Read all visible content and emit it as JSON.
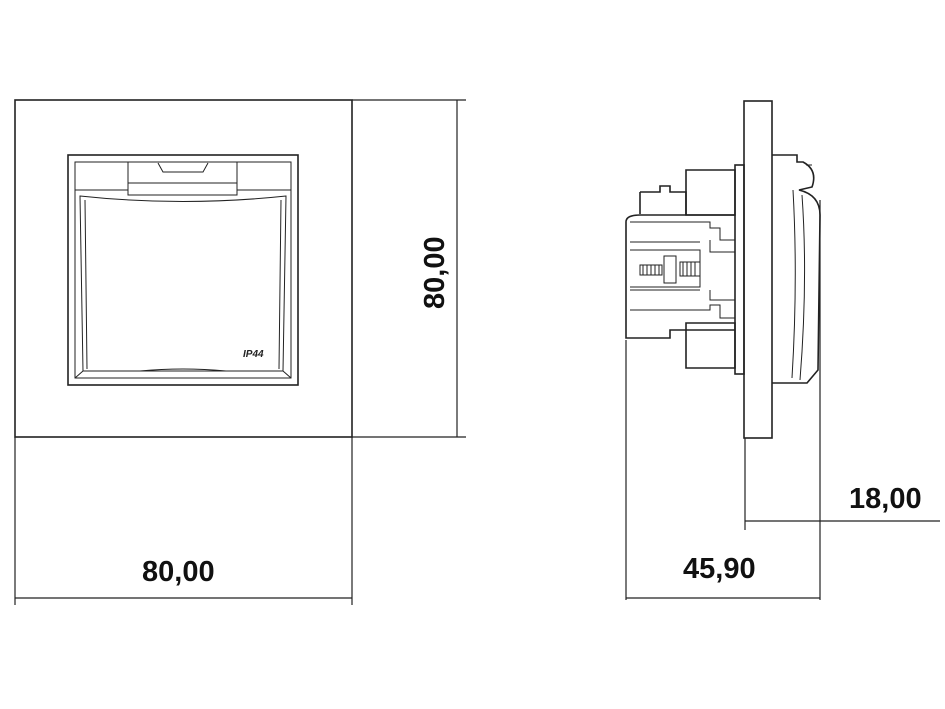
{
  "dimensions": {
    "front_width": "80,00",
    "front_height": "80,00",
    "side_depth": "45,90",
    "side_front": "18,00"
  },
  "product_marking": "IP44"
}
